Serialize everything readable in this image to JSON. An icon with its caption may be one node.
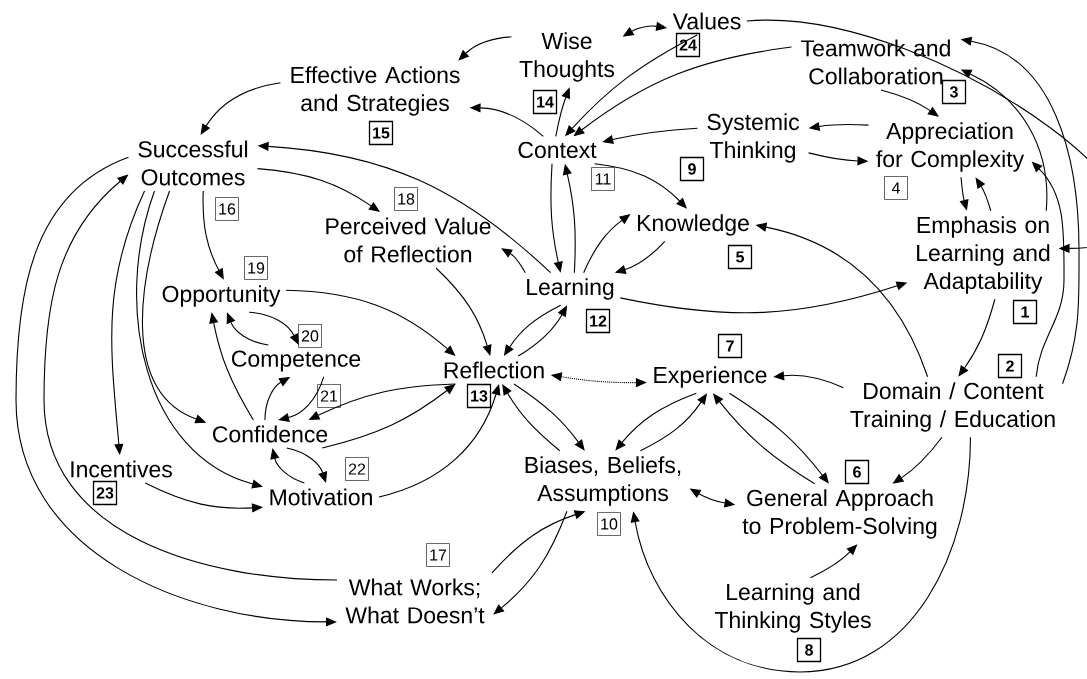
{
  "diagram": {
    "nodes": [
      {
        "text": [
          "Values"
        ],
        "beside": [
          "24"
        ]
      },
      {
        "text": [
          "Wise Thoughts"
        ],
        "beside": [
          "14"
        ]
      },
      {
        "text": [
          "Effective Actions and Strategies"
        ],
        "beside": [
          "15"
        ]
      },
      {
        "text": [
          "Teamwork and Collaboration"
        ],
        "beside": [
          "3"
        ]
      },
      {
        "text": [
          "Successful Outcomes"
        ],
        "beside": [
          "16"
        ]
      },
      {
        "text": [
          "Context"
        ],
        "beside": [
          "11"
        ]
      },
      {
        "text": [
          "Systemic Thinking"
        ],
        "beside": [
          "9"
        ]
      },
      {
        "text": [
          "Appreciation for Complexity"
        ],
        "beside": [
          "4"
        ]
      },
      {
        "text": [
          "Perceived Value of Reflection"
        ],
        "beside": [
          "18"
        ]
      },
      {
        "text": [
          "Knowledge"
        ],
        "beside": [
          "5"
        ]
      },
      {
        "text": [
          "Emphasis on Learning and Adaptability"
        ],
        "beside": [
          "1"
        ]
      },
      {
        "text": [
          "Opportunity"
        ],
        "beside": [
          "19"
        ]
      },
      {
        "text": [
          "Learning"
        ],
        "beside": [
          "12"
        ]
      },
      {
        "text": [
          "Competence"
        ],
        "beside": [
          "20"
        ]
      },
      {
        "text": [
          "Reflection"
        ],
        "beside": [
          "13"
        ]
      },
      {
        "text": [
          "Experience"
        ],
        "beside": [
          "7"
        ]
      },
      {
        "text": [
          "Domain / Content Training / Education"
        ],
        "beside": [
          "2"
        ]
      },
      {
        "text": [
          "Confidence"
        ],
        "beside": [
          "21"
        ]
      },
      {
        "text": [
          "Incentives"
        ],
        "beside": [
          "23"
        ]
      },
      {
        "text": [
          "Motivation"
        ],
        "beside": [
          "22"
        ]
      },
      {
        "text": [
          "Biases, Beliefs, Assumptions"
        ],
        "beside": [
          "10"
        ]
      },
      {
        "text": [
          "General Approach to Problem-Solving"
        ],
        "beside": [
          "6"
        ]
      },
      {
        "text": [
          "What Works; What Doesn’t"
        ],
        "beside": [
          "17"
        ]
      },
      {
        "text": [
          "Learning and Thinking Styles"
        ],
        "beside": [
          "8"
        ]
      }
    ],
    "edges": [
      {
        "from": 0,
        "to": 1,
        "arrow": "both"
      },
      {
        "from": 1,
        "to": 2,
        "arrow": "to"
      },
      {
        "from": 0,
        "to": 5,
        "arrow": "to"
      },
      {
        "from": 3,
        "to": 5,
        "arrow": "to"
      },
      {
        "from": 0,
        "to": 10,
        "arrow": "to"
      },
      {
        "from": 5,
        "to": 1,
        "arrow": "to"
      },
      {
        "from": 5,
        "to": 2,
        "arrow": "to"
      },
      {
        "from": 2,
        "to": 4,
        "arrow": "to"
      },
      {
        "from": 12,
        "to": 4,
        "arrow": "to"
      },
      {
        "from": 6,
        "to": 5,
        "arrow": "to"
      },
      {
        "from": 7,
        "to": 6,
        "arrow": "to"
      },
      {
        "from": 6,
        "to": 7,
        "arrow": "to"
      },
      {
        "from": 3,
        "to": 7,
        "arrow": "to"
      },
      {
        "from": 5,
        "to": 9,
        "arrow": "to"
      },
      {
        "from": 5,
        "to": 12,
        "arrow": "to"
      },
      {
        "from": 12,
        "to": 5,
        "arrow": "to"
      },
      {
        "from": 12,
        "to": 9,
        "arrow": "to"
      },
      {
        "from": 9,
        "to": 12,
        "arrow": "to"
      },
      {
        "from": 12,
        "to": 10,
        "arrow": "to"
      },
      {
        "from": 7,
        "to": 10,
        "arrow": "to"
      },
      {
        "from": 10,
        "to": 7,
        "arrow": "to"
      },
      {
        "from": 10,
        "to": 3,
        "arrow": "to"
      },
      {
        "from": 16,
        "to": 3,
        "arrow": "to"
      },
      {
        "from": 16,
        "to": 7,
        "arrow": "to"
      },
      {
        "from": 10,
        "to": 16,
        "arrow": "to"
      },
      {
        "from": 16,
        "to": 9,
        "arrow": "to"
      },
      {
        "from": 16,
        "to": 15,
        "arrow": "to"
      },
      {
        "from": 16,
        "to": 21,
        "arrow": "to"
      },
      {
        "from": 16,
        "to": 20,
        "arrow": "to"
      },
      {
        "from": 23,
        "to": 21,
        "arrow": "to"
      },
      {
        "from": 20,
        "to": 21,
        "arrow": "both"
      },
      {
        "from": 15,
        "to": 21,
        "arrow": "to"
      },
      {
        "from": 21,
        "to": 15,
        "arrow": "to"
      },
      {
        "from": 15,
        "to": 20,
        "arrow": "to"
      },
      {
        "from": 20,
        "to": 15,
        "arrow": "to"
      },
      {
        "from": 14,
        "to": 15,
        "arrow": "both",
        "style": "dashed"
      },
      {
        "from": 14,
        "to": 20,
        "arrow": "to"
      },
      {
        "from": 20,
        "to": 14,
        "arrow": "to"
      },
      {
        "from": 12,
        "to": 14,
        "arrow": "to"
      },
      {
        "from": 14,
        "to": 12,
        "arrow": "to"
      },
      {
        "from": 12,
        "to": 8,
        "arrow": "to"
      },
      {
        "from": 8,
        "to": 14,
        "arrow": "to"
      },
      {
        "from": 4,
        "to": 8,
        "arrow": "to"
      },
      {
        "from": 4,
        "to": 11,
        "arrow": "to"
      },
      {
        "from": 11,
        "to": 14,
        "arrow": "to"
      },
      {
        "from": 11,
        "to": 13,
        "arrow": "to"
      },
      {
        "from": 13,
        "to": 11,
        "arrow": "to"
      },
      {
        "from": 13,
        "to": 17,
        "arrow": "to"
      },
      {
        "from": 17,
        "to": 13,
        "arrow": "to"
      },
      {
        "from": 17,
        "to": 19,
        "arrow": "to"
      },
      {
        "from": 19,
        "to": 17,
        "arrow": "to"
      },
      {
        "from": 17,
        "to": 14,
        "arrow": "to"
      },
      {
        "from": 14,
        "to": 17,
        "arrow": "to"
      },
      {
        "from": 19,
        "to": 14,
        "arrow": "to"
      },
      {
        "from": 17,
        "to": 11,
        "arrow": "to"
      },
      {
        "from": 4,
        "to": 17,
        "arrow": "to"
      },
      {
        "from": 4,
        "to": 19,
        "arrow": "to"
      },
      {
        "from": 4,
        "to": 18,
        "arrow": "to"
      },
      {
        "from": 18,
        "to": 19,
        "arrow": "to"
      },
      {
        "from": 4,
        "to": 22,
        "arrow": "to"
      },
      {
        "from": 22,
        "to": 4,
        "arrow": "to"
      },
      {
        "from": 20,
        "to": 22,
        "arrow": "to"
      },
      {
        "from": 22,
        "to": 20,
        "arrow": "to"
      }
    ]
  }
}
